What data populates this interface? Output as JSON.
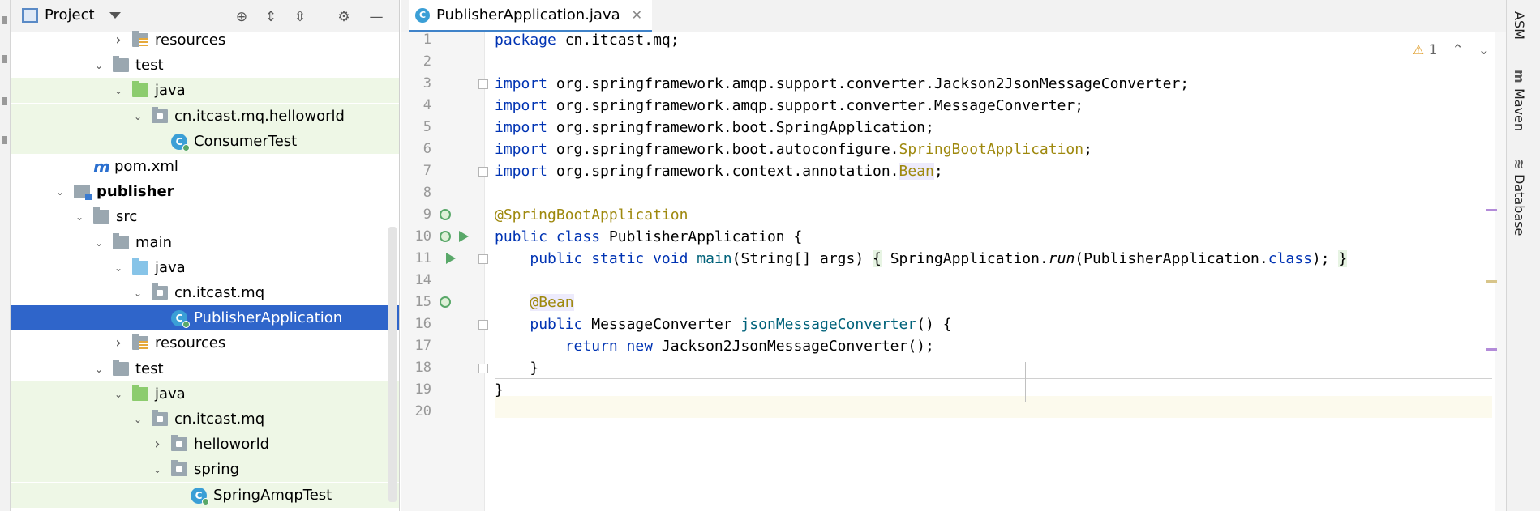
{
  "project_panel": {
    "title": "Project",
    "icons": [
      "crosshair-icon",
      "expand-all-icon",
      "collapse-all-icon",
      "gear-icon",
      "minimize-icon"
    ],
    "tree": [
      {
        "label": "resources",
        "type": "resources",
        "arrow": "right",
        "indent": 1,
        "test": false
      },
      {
        "label": "test",
        "type": "folder",
        "arrow": "down",
        "indent": 0,
        "test": false
      },
      {
        "label": "java",
        "type": "test-java",
        "arrow": "down",
        "indent": 1,
        "test": true
      },
      {
        "label": "cn.itcast.mq.helloworld",
        "type": "package",
        "arrow": "down",
        "indent": 2,
        "test": true
      },
      {
        "label": "ConsumerTest",
        "type": "class",
        "arrow": "",
        "indent": 3,
        "test": true
      },
      {
        "label": "pom.xml",
        "type": "maven",
        "arrow": "",
        "indent": -1,
        "test": false
      },
      {
        "label": "publisher",
        "type": "module",
        "arrow": "down",
        "indent": -2,
        "test": false,
        "bold": true
      },
      {
        "label": "src",
        "type": "folder",
        "arrow": "down",
        "indent": -1,
        "test": false
      },
      {
        "label": "main",
        "type": "folder",
        "arrow": "down",
        "indent": 0,
        "test": false
      },
      {
        "label": "java",
        "type": "src-java",
        "arrow": "down",
        "indent": 1,
        "test": false
      },
      {
        "label": "cn.itcast.mq",
        "type": "package",
        "arrow": "down",
        "indent": 2,
        "test": false
      },
      {
        "label": "PublisherApplication",
        "type": "class",
        "arrow": "",
        "indent": 3,
        "test": false,
        "selected": true
      },
      {
        "label": "resources",
        "type": "resources",
        "arrow": "right",
        "indent": 1,
        "test": false
      },
      {
        "label": "test",
        "type": "folder",
        "arrow": "down",
        "indent": 0,
        "test": false
      },
      {
        "label": "java",
        "type": "test-java",
        "arrow": "down",
        "indent": 1,
        "test": true
      },
      {
        "label": "cn.itcast.mq",
        "type": "package",
        "arrow": "down",
        "indent": 2,
        "test": true
      },
      {
        "label": "helloworld",
        "type": "package",
        "arrow": "right",
        "indent": 3,
        "test": true
      },
      {
        "label": "spring",
        "type": "package",
        "arrow": "down",
        "indent": 3,
        "test": true
      },
      {
        "label": "SpringAmqpTest",
        "type": "class",
        "arrow": "",
        "indent": 4,
        "test": true
      }
    ]
  },
  "editor": {
    "tab_label": "PublisherApplication.java",
    "inspection_count": "1",
    "line_numbers": [
      "1",
      "2",
      "3",
      "4",
      "5",
      "6",
      "7",
      "8",
      "9",
      "10",
      "11",
      "14",
      "15",
      "16",
      "17",
      "18",
      "19",
      "20"
    ]
  },
  "right_tools": [
    "ASM",
    "Maven",
    "Database"
  ],
  "colors": {
    "selection": "#2f65ca",
    "test_background": "#eef7e6",
    "keyword": "#0033b3",
    "annotation": "#9e880d",
    "method": "#00627a"
  }
}
